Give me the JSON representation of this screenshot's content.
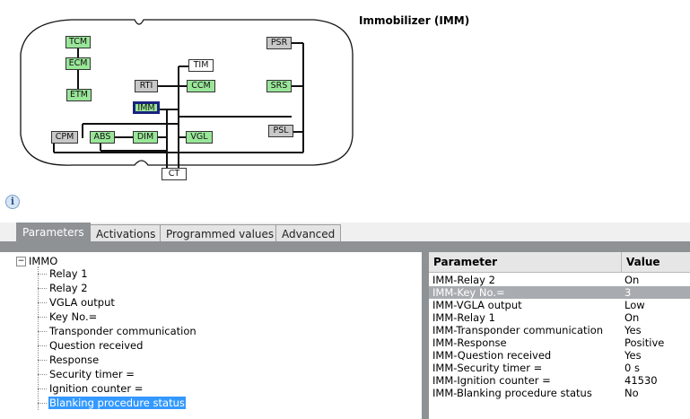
{
  "diagram": {
    "title": "Immobilizer (IMM)",
    "modules": {
      "tcm": "TCM",
      "ecm": "ECM",
      "etm": "ETM",
      "rti": "RTI",
      "tim": "TIM",
      "ccm": "CCM",
      "imm": "IMM",
      "cpm": "CPM",
      "abs": "ABS",
      "dim": "DIM",
      "vgl": "VGL",
      "ct": "CT",
      "psr": "PSR",
      "srs": "SRS",
      "psl": "PSL"
    },
    "colors": {
      "green": "#99e699",
      "gray": "#c8c8c8",
      "white": "#ffffff",
      "selected_border": "#1a237e"
    }
  },
  "tabs": [
    {
      "label": "Parameters",
      "active": true
    },
    {
      "label": "Activations",
      "active": false
    },
    {
      "label": "Programmed values",
      "active": false
    },
    {
      "label": "Advanced",
      "active": false
    }
  ],
  "tree": {
    "root": "IMMO",
    "toggle": "−",
    "items": [
      "Relay 1",
      "Relay 2",
      "VGLA output",
      "Key No.=",
      "Transponder communication",
      "Question received",
      "Response",
      "Security timer =",
      "Ignition counter =",
      "Blanking procedure status"
    ],
    "selected_index": 9
  },
  "table": {
    "headers": {
      "parameter": "Parameter",
      "value": "Value"
    },
    "rows": [
      {
        "parameter": "IMM-Relay 2",
        "value": "On"
      },
      {
        "parameter": "IMM-Key No.=",
        "value": "3"
      },
      {
        "parameter": "IMM-VGLA output",
        "value": "Low"
      },
      {
        "parameter": "IMM-Relay 1",
        "value": "On"
      },
      {
        "parameter": "IMM-Transponder communication",
        "value": "Yes"
      },
      {
        "parameter": "IMM-Response",
        "value": "Positive"
      },
      {
        "parameter": "IMM-Question received",
        "value": "Yes"
      },
      {
        "parameter": "IMM-Security timer =",
        "value": "0 s"
      },
      {
        "parameter": "IMM-Ignition counter =",
        "value": "41530"
      },
      {
        "parameter": "IMM-Blanking procedure status",
        "value": "No"
      }
    ],
    "selected_index": 1
  }
}
